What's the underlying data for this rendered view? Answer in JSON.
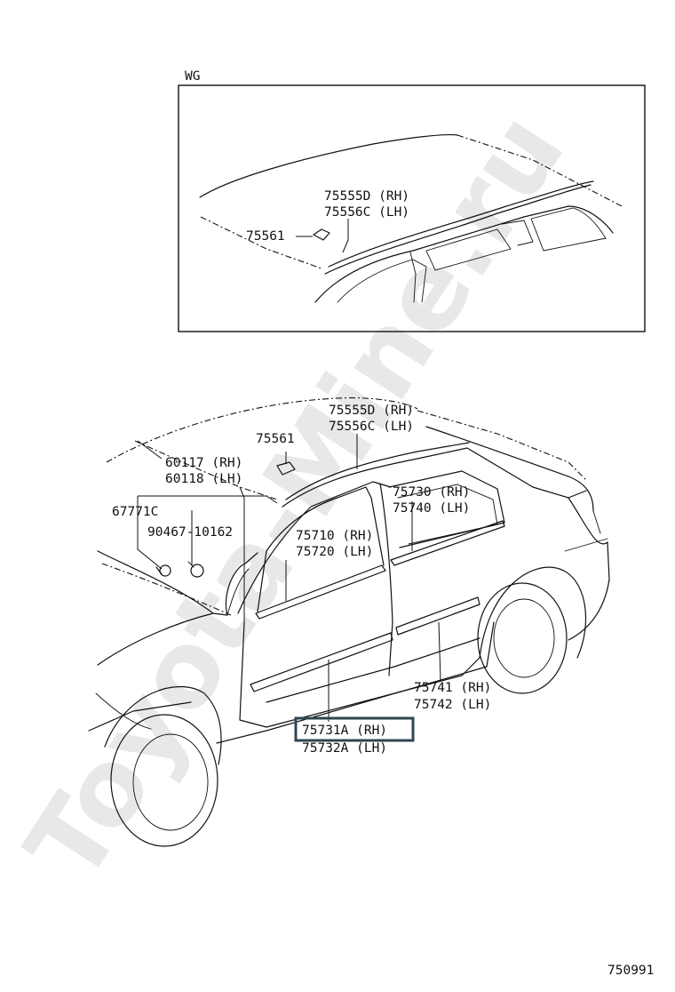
{
  "watermark": "Toyota-Mine.ru",
  "inset": {
    "label": "WG"
  },
  "labels": {
    "inset_part_75555D": "75555D (RH)",
    "inset_part_75556C": "75556C (LH)",
    "inset_part_75561": "75561",
    "part_75555D": "75555D (RH)",
    "part_75556C": "75556C (LH)",
    "part_75561": "75561",
    "part_60117": "60117 (RH)",
    "part_60118": "60118 (LH)",
    "part_67771C": "67771C",
    "part_90467": "90467-10162",
    "part_75730": "75730 (RH)",
    "part_75740": "75740 (LH)",
    "part_75710": "75710 (RH)",
    "part_75720": "75720 (LH)",
    "part_75741": "75741 (RH)",
    "part_75742": "75742 (LH)",
    "part_75731A": "75731A (RH)",
    "part_75732A": "75732A (LH)"
  },
  "highlight": {
    "color": "#2f4650"
  },
  "diagram_number": "750991"
}
